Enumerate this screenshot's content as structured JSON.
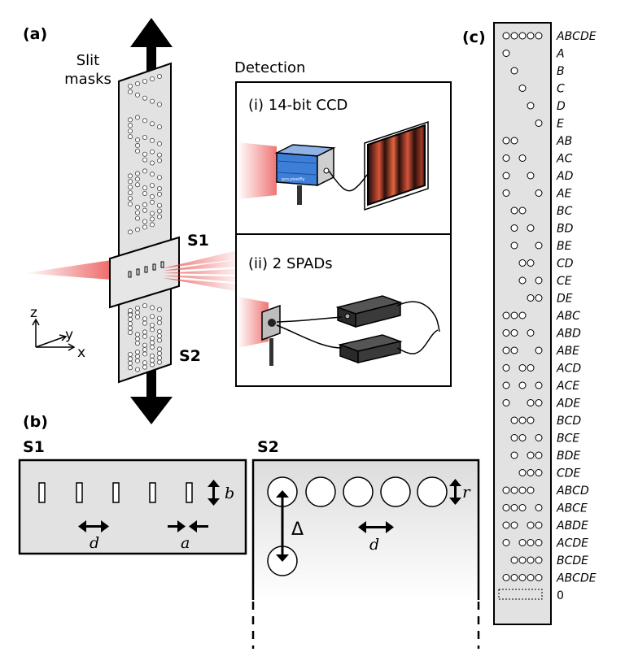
{
  "panel_labels": {
    "a": "(a)",
    "b": "(b)",
    "c": "(c)"
  },
  "slit_masks_label": [
    "Slit",
    "masks"
  ],
  "s1_label": "S1",
  "s2_label": "S2",
  "axes": {
    "z": "z",
    "y": "y",
    "x": "x"
  },
  "detection": {
    "title": "Detection",
    "ccd_label": "(i)  14-bit CCD",
    "spad_label": "(ii)  2 SPADs",
    "camera_brand": "pco.pixelfly"
  },
  "panel_b": {
    "s1_title": "S1",
    "s2_title": "S2",
    "b": "b",
    "d": "d",
    "a": "a",
    "r": "r",
    "delta": "Δ"
  },
  "panel_c": {
    "rows": [
      {
        "label": "ABCDE",
        "slits": [
          1,
          1,
          1,
          1,
          1
        ]
      },
      {
        "label": "A",
        "slits": [
          1,
          0,
          0,
          0,
          0
        ]
      },
      {
        "label": "B",
        "slits": [
          0,
          1,
          0,
          0,
          0
        ]
      },
      {
        "label": "C",
        "slits": [
          0,
          0,
          1,
          0,
          0
        ]
      },
      {
        "label": "D",
        "slits": [
          0,
          0,
          0,
          1,
          0
        ]
      },
      {
        "label": "E",
        "slits": [
          0,
          0,
          0,
          0,
          1
        ]
      },
      {
        "label": "AB",
        "slits": [
          1,
          1,
          0,
          0,
          0
        ]
      },
      {
        "label": "AC",
        "slits": [
          1,
          0,
          1,
          0,
          0
        ]
      },
      {
        "label": "AD",
        "slits": [
          1,
          0,
          0,
          1,
          0
        ]
      },
      {
        "label": "AE",
        "slits": [
          1,
          0,
          0,
          0,
          1
        ]
      },
      {
        "label": "BC",
        "slits": [
          0,
          1,
          1,
          0,
          0
        ]
      },
      {
        "label": "BD",
        "slits": [
          0,
          1,
          0,
          1,
          0
        ]
      },
      {
        "label": "BE",
        "slits": [
          0,
          1,
          0,
          0,
          1
        ]
      },
      {
        "label": "CD",
        "slits": [
          0,
          0,
          1,
          1,
          0
        ]
      },
      {
        "label": "CE",
        "slits": [
          0,
          0,
          1,
          0,
          1
        ]
      },
      {
        "label": "DE",
        "slits": [
          0,
          0,
          0,
          1,
          1
        ]
      },
      {
        "label": "ABC",
        "slits": [
          1,
          1,
          1,
          0,
          0
        ]
      },
      {
        "label": "ABD",
        "slits": [
          1,
          1,
          0,
          1,
          0
        ]
      },
      {
        "label": "ABE",
        "slits": [
          1,
          1,
          0,
          0,
          1
        ]
      },
      {
        "label": "ACD",
        "slits": [
          1,
          0,
          1,
          1,
          0
        ]
      },
      {
        "label": "ACE",
        "slits": [
          1,
          0,
          1,
          0,
          1
        ]
      },
      {
        "label": "ADE",
        "slits": [
          1,
          0,
          0,
          1,
          1
        ]
      },
      {
        "label": "BCD",
        "slits": [
          0,
          1,
          1,
          1,
          0
        ]
      },
      {
        "label": "BCE",
        "slits": [
          0,
          1,
          1,
          0,
          1
        ]
      },
      {
        "label": "BDE",
        "slits": [
          0,
          1,
          0,
          1,
          1
        ]
      },
      {
        "label": "CDE",
        "slits": [
          0,
          0,
          1,
          1,
          1
        ]
      },
      {
        "label": "ABCD",
        "slits": [
          1,
          1,
          1,
          1,
          0
        ]
      },
      {
        "label": "ABCE",
        "slits": [
          1,
          1,
          1,
          0,
          1
        ]
      },
      {
        "label": "ABDE",
        "slits": [
          1,
          1,
          0,
          1,
          1
        ]
      },
      {
        "label": "ACDE",
        "slits": [
          1,
          0,
          1,
          1,
          1
        ]
      },
      {
        "label": "BCDE",
        "slits": [
          0,
          1,
          1,
          1,
          1
        ]
      },
      {
        "label": "ABCDE",
        "slits": [
          1,
          1,
          1,
          1,
          1
        ]
      },
      {
        "label": "0",
        "slits": [
          0,
          0,
          0,
          0,
          0
        ]
      }
    ]
  }
}
